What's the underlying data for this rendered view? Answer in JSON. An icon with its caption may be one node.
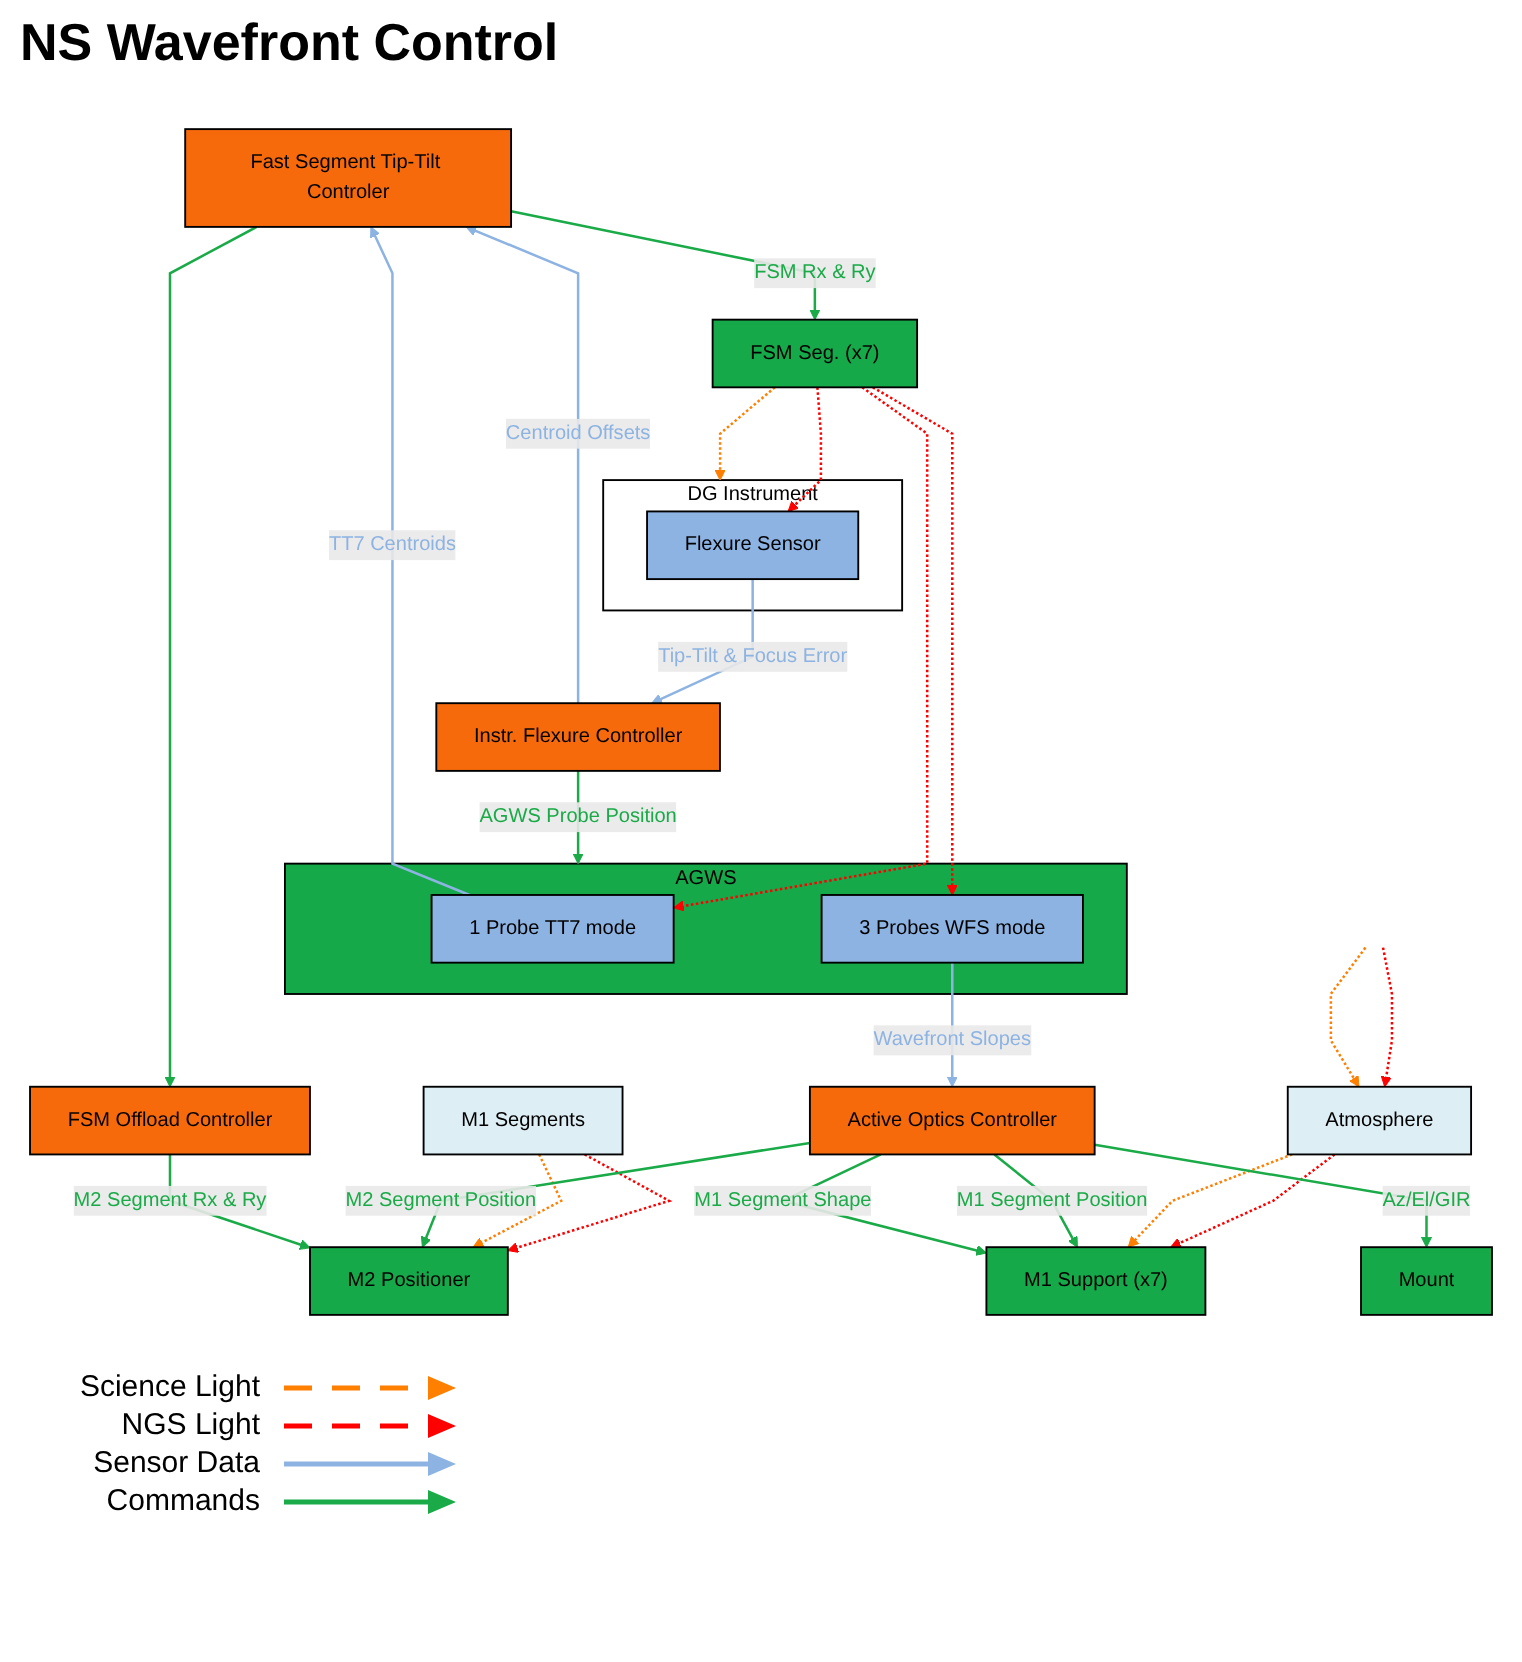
{
  "diagram": {
    "title": "NS Wavefront Control",
    "nodes": [
      {
        "text": [
          "Atmosphere"
        ]
      },
      {
        "text": [
          "M1 Support (x7)"
        ]
      },
      {
        "text": [
          "M1 Segments"
        ]
      },
      {
        "text": [
          "M2 Positioner"
        ]
      },
      {
        "text": [
          "FSM Seg. (x7)"
        ]
      },
      {
        "text": [
          "FSM Offload Controller"
        ]
      },
      {
        "text": [
          "Active Optics Controller"
        ]
      },
      {
        "text": [
          "Fast Segment Tip-Tilt Controler"
        ]
      },
      {
        "text": [
          "AGWS"
        ]
      },
      {
        "text": [
          "1 Probe TT7 mode"
        ],
        "in": 8
      },
      {
        "text": [
          "3 Probes WFS mode"
        ],
        "in": 8
      },
      {
        "text": [
          "Instr. Flexure Controller"
        ]
      },
      {
        "text": [
          "DG Instrument"
        ]
      },
      {
        "text": [
          "Flexure Sensor"
        ],
        "in": 12
      },
      {
        "text": [
          "Mount"
        ]
      }
    ],
    "edges": [
      {
        "from": null,
        "to": 0,
        "arrow": "to",
        "style": "dashed",
        "color": "#ff0000"
      },
      {
        "from": null,
        "to": 0,
        "arrow": "to",
        "style": "dashed",
        "color": "#ff7f00"
      },
      {
        "from": 0,
        "to": 1,
        "arrow": "to",
        "style": "dashed",
        "color": "#ff0000"
      },
      {
        "from": 0,
        "to": 1,
        "arrow": "to",
        "style": "dashed",
        "color": "#ff7f00"
      },
      {
        "from": 2,
        "to": 3,
        "arrow": "to",
        "style": "dashed",
        "color": "#ff0000"
      },
      {
        "from": 2,
        "to": 3,
        "arrow": "to",
        "style": "dashed",
        "color": "#ff7f00"
      },
      {
        "from": 6,
        "to": 1,
        "label": "M1 Segment Position",
        "arrow": "to"
      },
      {
        "from": 6,
        "to": 1,
        "label": "M1 Segment Shape",
        "arrow": "to"
      },
      {
        "from": 6,
        "to": 3,
        "label": "M2 Segment Position",
        "arrow": "to"
      },
      {
        "from": 5,
        "to": 3,
        "label": "M2 Segment Rx & Ry",
        "arrow": "to"
      },
      {
        "from": 7,
        "to": 4,
        "label": "FSM Rx & Ry",
        "arrow": "to"
      },
      {
        "from": 7,
        "to": 5,
        "arrow": "to"
      },
      {
        "from": 9,
        "to": 7,
        "label": "TT7 Centroids",
        "arrow": "to",
        "color": "#8db3e2"
      },
      {
        "from": 10,
        "to": 6,
        "label": "Wavefront Slopes",
        "arrow": "to",
        "color": "#8db3e2"
      },
      {
        "from": 11,
        "to": 7,
        "label": "Centroid Offsets",
        "arrow": "to",
        "color": "#8db3e2"
      },
      {
        "from": 11,
        "to": 8,
        "label": "AGWS Probe Position",
        "arrow": "to"
      },
      {
        "from": 4,
        "to": 9,
        "arrow": "to",
        "style": "dashed",
        "color": "#ff0000"
      },
      {
        "from": 4,
        "to": 10,
        "arrow": "to",
        "style": "dashed",
        "color": "#ff0000"
      },
      {
        "from": 4,
        "to": 13,
        "arrow": "to",
        "style": "dashed",
        "color": "#ff0000"
      },
      {
        "from": 4,
        "to": 12,
        "arrow": "to",
        "style": "dashed",
        "color": "#ff7f00"
      },
      {
        "from": 13,
        "to": 11,
        "label": "Tip-Tilt & Focus Error",
        "arrow": "to",
        "color": "#8db3e2"
      },
      {
        "from": 6,
        "to": 14,
        "label": "Az/El/GIR",
        "arrow": "to"
      }
    ],
    "legend": [
      {
        "text": "Science Light"
      },
      {
        "text": "NGS Light"
      },
      {
        "text": "Sensor Data"
      },
      {
        "text": "Commands"
      }
    ]
  }
}
